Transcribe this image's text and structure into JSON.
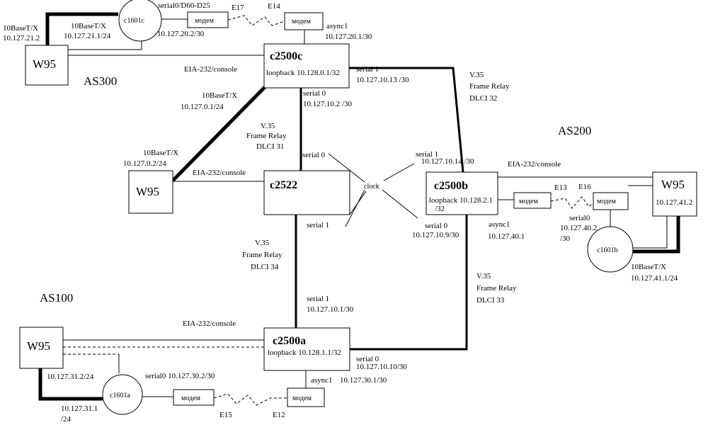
{
  "as_labels": {
    "as300": "AS300",
    "as200": "AS200",
    "as100": "AS100"
  },
  "routers": {
    "c2500c": {
      "name": "c2500c",
      "loopback": "loopback 10.128.0.1/32"
    },
    "c2522": {
      "name": "c2522"
    },
    "c2500b": {
      "name": "c2500b",
      "loopback1": "loopback 10.128.2.1",
      "loopback2": "/32"
    },
    "c2500a": {
      "name": "c2500a",
      "loopback": "loopback 10.128.1.1/32"
    }
  },
  "hosts": {
    "top_left": "W95",
    "mid_left": "W95",
    "right": "W95",
    "bottom_left": "W95"
  },
  "c1601": {
    "c": "c1601c",
    "b": "c1601b",
    "a": "c1601a"
  },
  "modems": {
    "label": "модем"
  },
  "labels": {
    "tl_10base": "10BaseT/X",
    "tl_ip": "10.127.21.2",
    "c1601c_10base": "10BaseT/X",
    "c1601c_ip": "10.127.21.1/24",
    "c1601c_serial": "serial0/D60-D25",
    "c1601c_serial_ip": "10.127.20.2/30",
    "e17": "E17",
    "e14": "E14",
    "c2500c_async": "async1",
    "c2500c_async_ip": "10.127.20.1/30",
    "eia_top": "EIA-232/console",
    "c2500c_s1": "serial 1",
    "c2500c_s1_ip": "10.127.10.13 /30",
    "c2500c_eth": "10BaseT/X",
    "c2500c_eth_ip": "10.127.0.1/24",
    "c2500c_s0": "serial 0",
    "c2500c_s0_ip": "10.127.10.2 /30",
    "v35_right_top": "V.35",
    "fr_right_top": "Frame Relay",
    "dlci32": "DLCI 32",
    "v35_mid": "V.35",
    "fr_mid": "Frame Relay",
    "dlci31": "DLCI 31",
    "c2522_eth": "10BaseT/X",
    "c2522_eth_ip": "10.127.0.2/24",
    "eia_mid": "EIA-232/console",
    "c2522_s0": "serial 0",
    "clock": "clock",
    "c2500b_s1": "serial 1",
    "c2500b_s1_ip": "10.127.10.14 /30",
    "eia_right": "EIA-232/console",
    "e13": "E13",
    "e16": "E16",
    "c2522_s1": "serial 1",
    "c2500b_s0": "serial 0",
    "c2500b_s0_ip": "10.127.10.9/30",
    "c2500b_async": "async1",
    "c2500b_async_ip": "10.127.40.1",
    "c1601b_serial": "serial0",
    "c1601b_serial_ip1": "10.127.40.2",
    "c1601b_serial_ip2": "/30",
    "right_host_ip": "10.127.41.2",
    "c1601b_10base": "10BaseT/X",
    "c1601b_ip": "10.127.41.1/24",
    "v35_lower": "V.35",
    "fr_lower": "Frame Relay",
    "dlci34": "DLCI 34",
    "v35_right_low": "V.35",
    "fr_right_low": "Frame Relay",
    "dlci33": "DLCI 33",
    "c2500a_s1": "serial 1",
    "c2500a_s1_ip": "10.127.10.1/30",
    "eia_bottom": "EIA-232/console",
    "c2500a_s0": "serial 0",
    "c2500a_s0_ip": "10.127.10.10/30",
    "bl_host_ip": "10.127.31.2/24",
    "c1601a_serial": "serial0 10.127.30.2/30",
    "c2500a_async": "async1",
    "c2500a_async_ip": "10.127.30.1/30",
    "c1601a_ip1": "10.127.31.1",
    "c1601a_ip2": "/24",
    "e15": "E15",
    "e12": "E12"
  }
}
